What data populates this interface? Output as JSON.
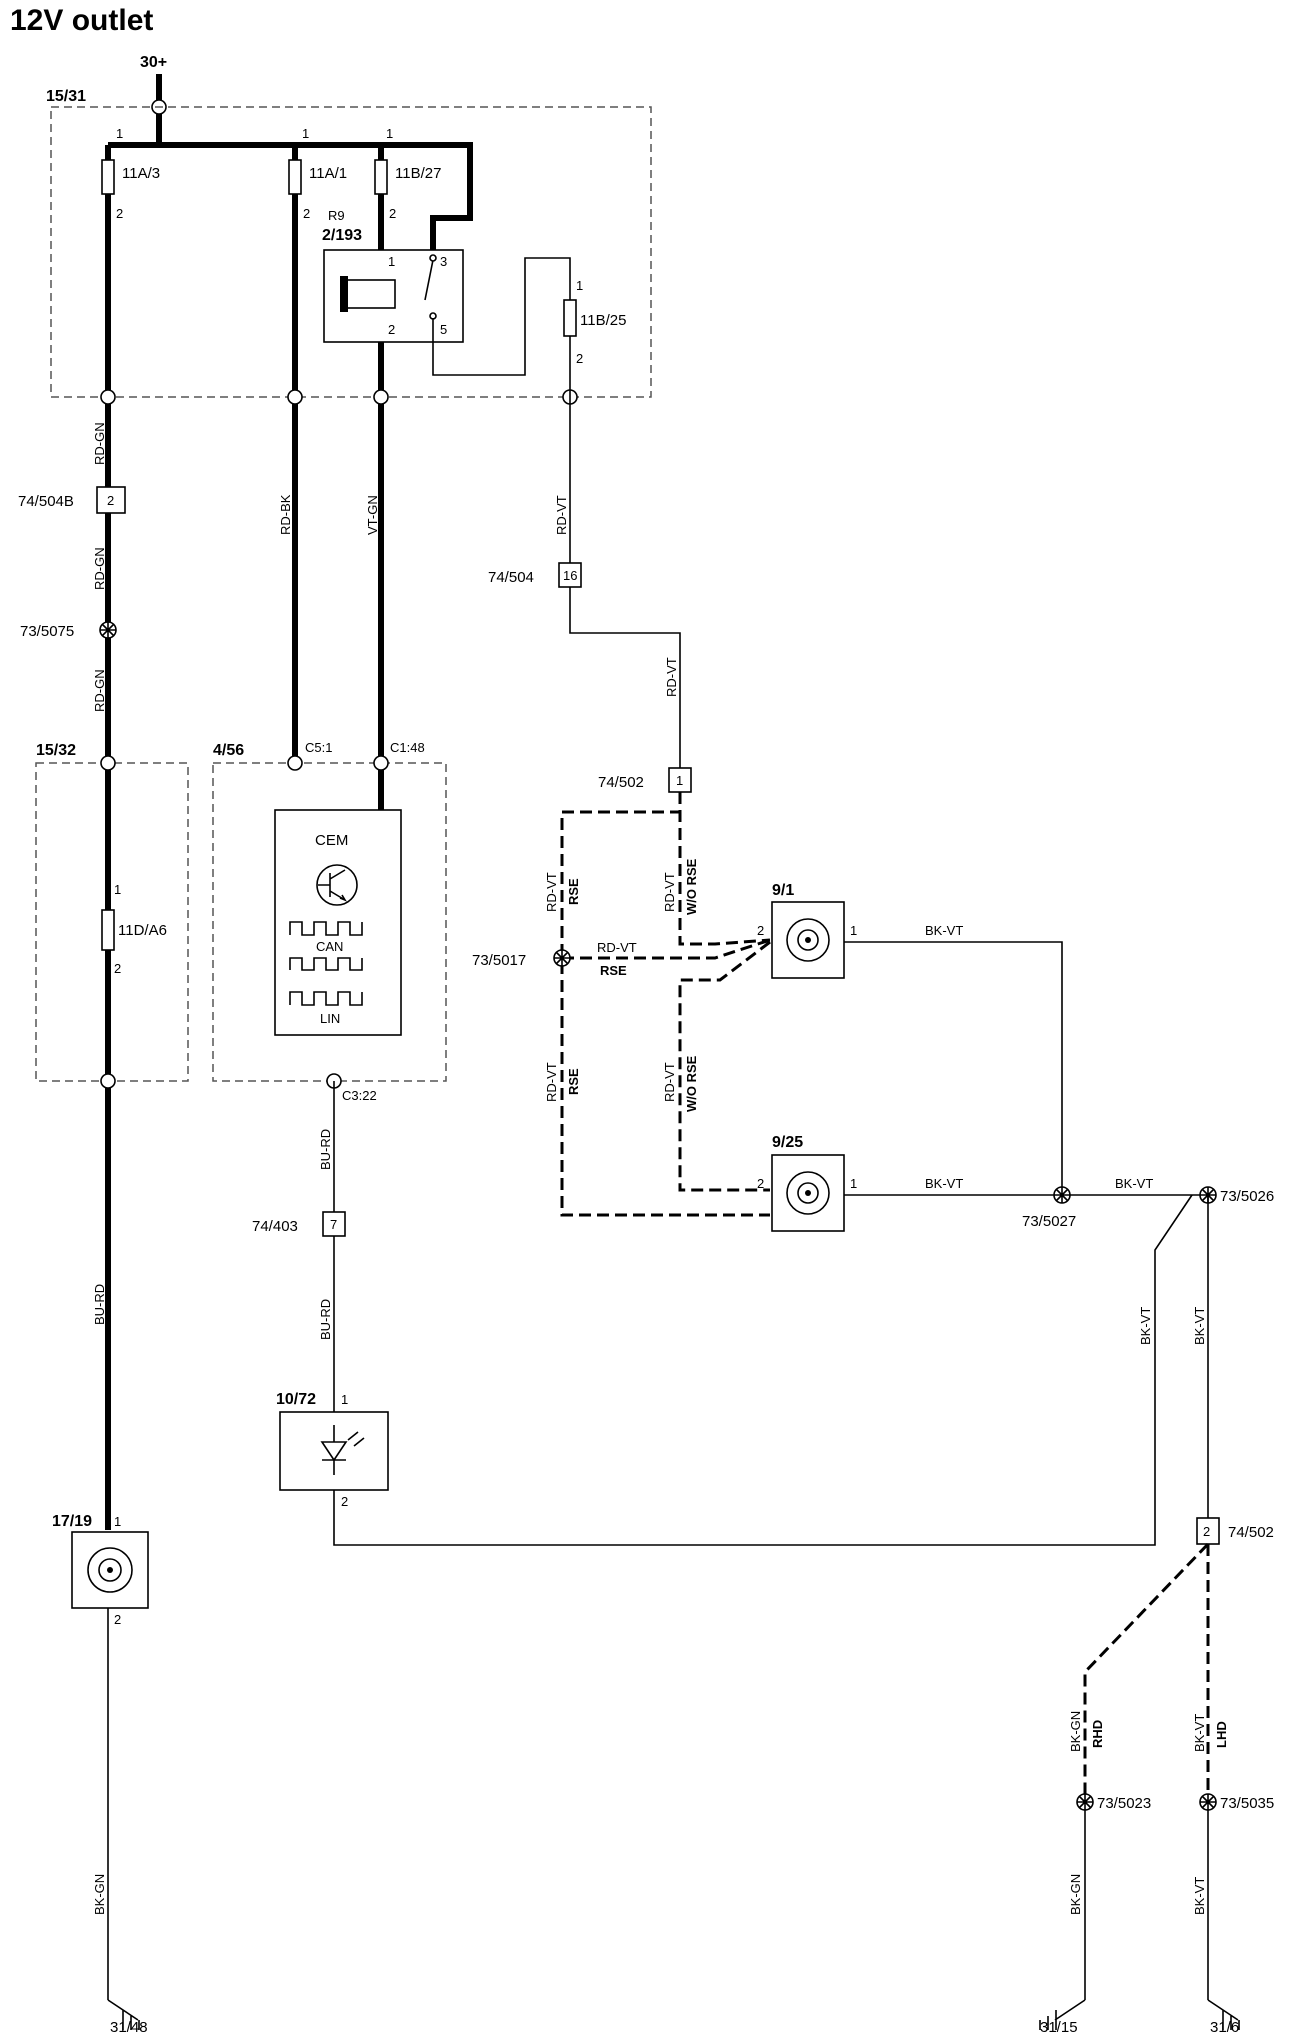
{
  "title": "12V outlet",
  "power_label": "30+",
  "boxes": {
    "fusebox_main": "15/31",
    "fusebox_sub": "15/32",
    "cem_module": "4/56",
    "relay": "2/193",
    "relay_ref": "R9"
  },
  "fuses": {
    "f1": "11A/3",
    "f2": "11A/1",
    "f3": "11B/27",
    "f4": "11B/25",
    "f5": "11D/A6"
  },
  "pins": {
    "p1": "1",
    "p2": "2",
    "p3": "3",
    "p5": "5"
  },
  "wires": {
    "rd_gn": "RD-GN",
    "rd_bk": "RD-BK",
    "vt_gn": "VT-GN",
    "rd_vt": "RD-VT",
    "bu_rd": "BU-RD",
    "bk_vt": "BK-VT",
    "bk_gn": "BK-GN"
  },
  "options": {
    "rse": "RSE",
    "wo_rse": "W/O RSE",
    "rhd": "RHD",
    "lhd": "LHD"
  },
  "connectors": {
    "c_74_504b": "74/504B",
    "c_74_504b_pin": "2",
    "c_74_504": "74/504",
    "c_74_504_pin": "16",
    "c_74_502a": "74/502",
    "c_74_502a_pin": "1",
    "c_74_403": "74/403",
    "c_74_403_pin": "7",
    "c_74_502b": "74/502",
    "c_74_502b_pin": "2"
  },
  "splices": {
    "s_5075": "73/5075",
    "s_5017": "73/5017",
    "s_5027": "73/5027",
    "s_5026": "73/5026",
    "s_5023": "73/5023",
    "s_5035": "73/5035"
  },
  "cem": {
    "label": "CEM",
    "can": "CAN",
    "lin": "LIN",
    "pin_c5": "C5:1",
    "pin_c1": "C1:48",
    "pin_c3": "C3:22"
  },
  "components": {
    "outlet_front": "17/19",
    "outlet_rear1": "9/1",
    "outlet_rear2": "9/25",
    "led": "10/72"
  },
  "grounds": {
    "g1": "31/48",
    "g2": "31/15",
    "g3": "31/6"
  }
}
